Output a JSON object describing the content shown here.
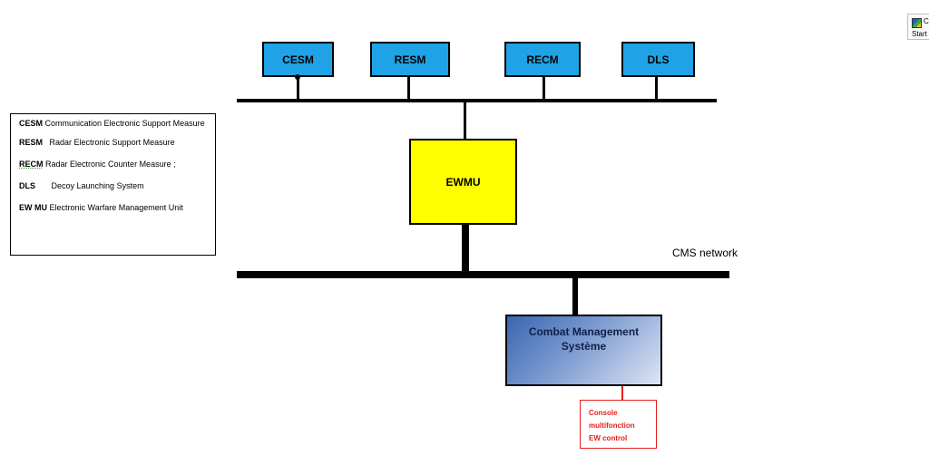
{
  "sensors": [
    {
      "label": "CESM"
    },
    {
      "label": "RESM"
    },
    {
      "label": "RECM"
    },
    {
      "label": "DLS"
    }
  ],
  "ewmu": {
    "label": "EWMU"
  },
  "cms_network": {
    "label": "CMS network"
  },
  "cms": {
    "line1": "Combat Management",
    "line2": "Système"
  },
  "console": {
    "line1": "Console",
    "line2": "multifonction",
    "line3": "EW control"
  },
  "legend": [
    {
      "abbr": "CESM",
      "text": "Communication  Electronic  Support Measure"
    },
    {
      "abbr": "RESM",
      "text": "Radar  Electronic  Support  Measure"
    },
    {
      "abbr": "RECM",
      "text": "Radar  Electronic  Counter  Measure  ;"
    },
    {
      "abbr": "DLS",
      "text": "Decoy  Launching  System"
    },
    {
      "abbr": "EW MU",
      "text": "Electronic  Warfare  Management  Unit"
    }
  ],
  "tray": {
    "title": "C",
    "subtitle": "Start"
  },
  "colors": {
    "sensor": "#1fa3e6",
    "ewmu": "#ffff00",
    "console_border": "#e61e1e"
  }
}
